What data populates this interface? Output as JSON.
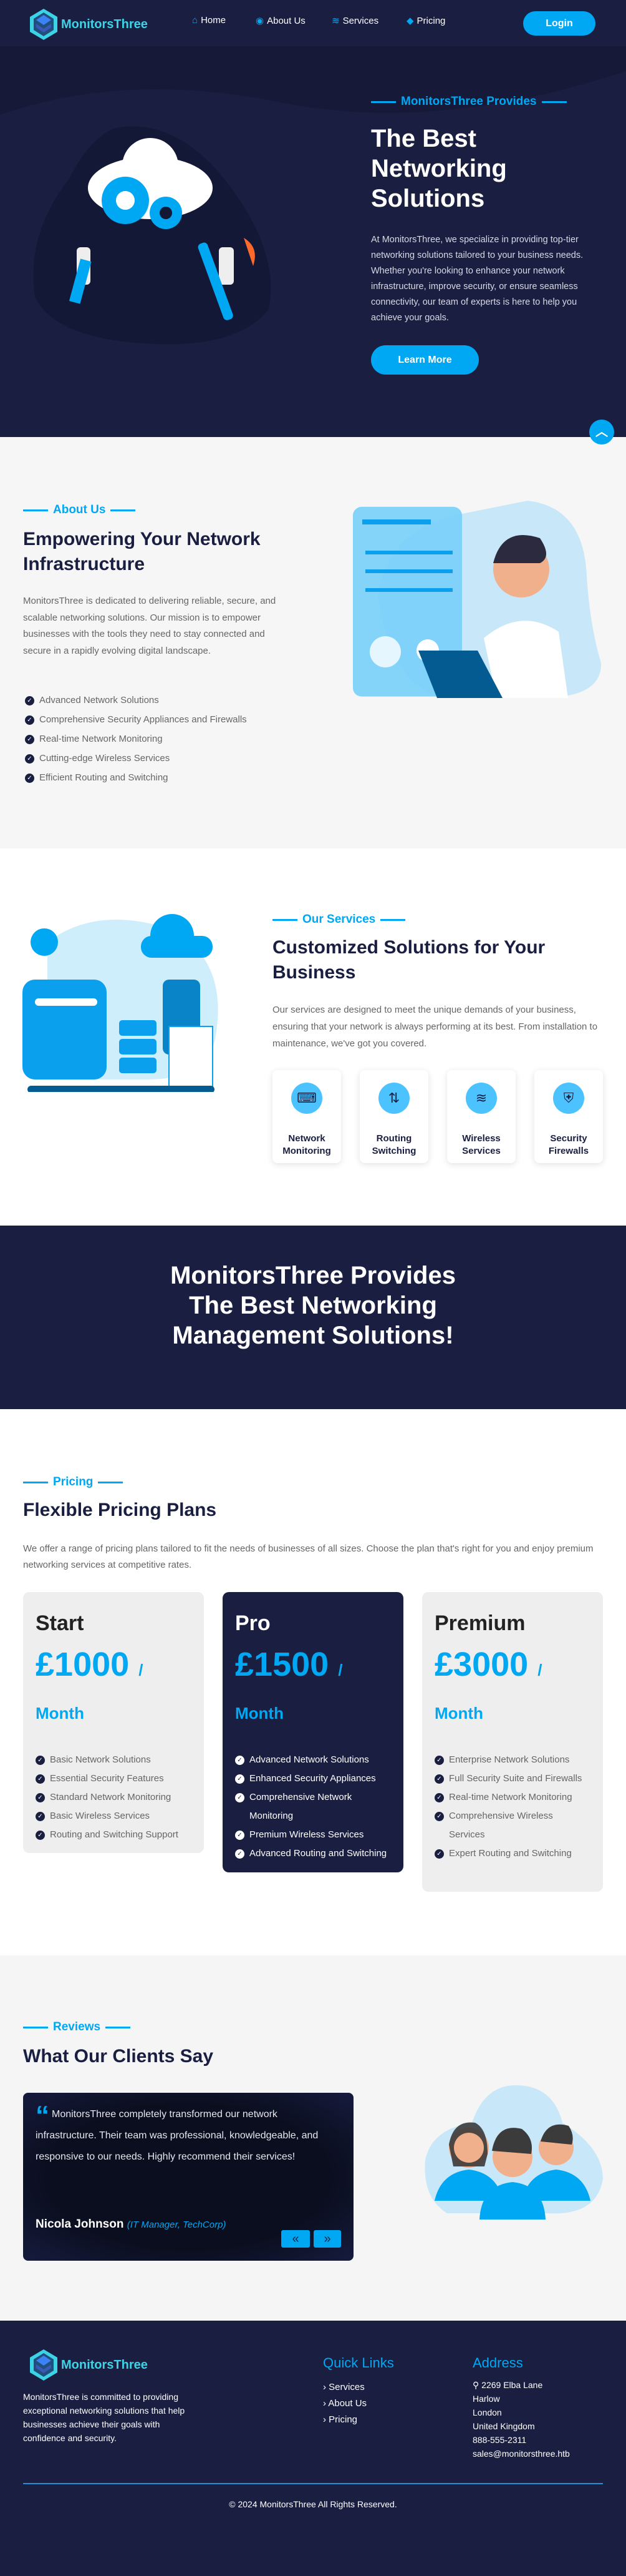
{
  "nav": {
    "brand": "MonitorsThree",
    "items": [
      {
        "label": "Home",
        "icon": "home-icon"
      },
      {
        "label": "About Us",
        "icon": "user-circle-icon"
      },
      {
        "label": "Services",
        "icon": "wifi-icon"
      },
      {
        "label": "Pricing",
        "icon": "tag-icon"
      }
    ],
    "login": "Login"
  },
  "hero": {
    "tagline": "MonitorsThree Provides",
    "title": "The Best Networking Solutions",
    "text": "At MonitorsThree, we specialize in providing top-tier networking solutions tailored to your business needs. Whether you're looking to enhance your network infrastructure, improve security, or ensure seamless connectivity, our team of experts is here to help you achieve your goals.",
    "cta": "Learn More"
  },
  "about": {
    "tag": "About Us",
    "title": "Empowering Your Network Infrastructure",
    "text": "MonitorsThree is dedicated to delivering reliable, secure, and scalable networking solutions. Our mission is to empower businesses with the tools they need to stay connected and secure in a rapidly evolving digital landscape.",
    "features": [
      "Advanced Network Solutions",
      "Comprehensive Security Appliances and Firewalls",
      "Real-time Network Monitoring",
      "Cutting-edge Wireless Services",
      "Efficient Routing and Switching"
    ]
  },
  "services": {
    "tag": "Our Services",
    "title": "Customized Solutions for Your Business",
    "text": "Our services are designed to meet the unique demands of your business, ensuring that your network is always performing at its best. From installation to maintenance, we've got you covered.",
    "cards": [
      {
        "label": "Network Monitoring",
        "icon": "monitor-network-icon"
      },
      {
        "label": "Routing Switching",
        "icon": "router-switch-icon"
      },
      {
        "label": "Wireless Services",
        "icon": "wireless-router-icon"
      },
      {
        "label": "Security Firewalls",
        "icon": "shield-lock-icon"
      }
    ]
  },
  "banner": {
    "text": "MonitorsThree Provides The Best Networking Management Solutions!"
  },
  "pricing": {
    "tag": "Pricing",
    "title": "Flexible Pricing Plans",
    "text": "We offer a range of pricing plans tailored to fit the needs of businesses of all sizes. Choose the plan that's right for you and enjoy premium networking services at competitive rates.",
    "plans": [
      {
        "name": "Start",
        "price": "£1000",
        "period": "/ Month",
        "features": [
          "Basic Network Solutions",
          "Essential Security Features",
          "Standard Network Monitoring",
          "Basic Wireless Services",
          "Routing and Switching Support"
        ]
      },
      {
        "name": "Pro",
        "price": "£1500",
        "period": "/ Month",
        "features": [
          "Advanced Network Solutions",
          "Enhanced Security Appliances",
          "Comprehensive Network Monitoring",
          "Premium Wireless Services",
          "Advanced Routing and Switching"
        ]
      },
      {
        "name": "Premium",
        "price": "£3000",
        "period": "/ Month",
        "features": [
          "Enterprise Network Solutions",
          "Full Security Suite and Firewalls",
          "Real-time Network Monitoring",
          "Comprehensive Wireless Services",
          "Expert Routing and Switching"
        ]
      }
    ]
  },
  "reviews": {
    "tag": "Reviews",
    "title": "What Our Clients Say",
    "quote": "MonitorsThree completely transformed our network infrastructure. Their team was professional, knowledgeable, and responsive to our needs. Highly recommend their services!",
    "name": "Nicola Johnson",
    "role": "(IT Manager, TechCorp)",
    "prev": "«",
    "next": "»"
  },
  "footer": {
    "brand": "MonitorsThree",
    "text": "MonitorsThree is committed to providing exceptional networking solutions that help businesses achieve their goals with confidence and security.",
    "links_title": "Quick Links",
    "links": [
      "Services",
      "About Us",
      "Pricing"
    ],
    "address_title": "Address",
    "address": [
      "2269 Elba Lane",
      "Harlow",
      "London",
      "United Kingdom",
      "888-555-2311",
      "sales@monitorsthree.htb"
    ],
    "copyright": "© 2024 MonitorsThree All Rights Reserved."
  },
  "colors": {
    "navy": "#1a1f42",
    "accent": "#00a8f3"
  }
}
